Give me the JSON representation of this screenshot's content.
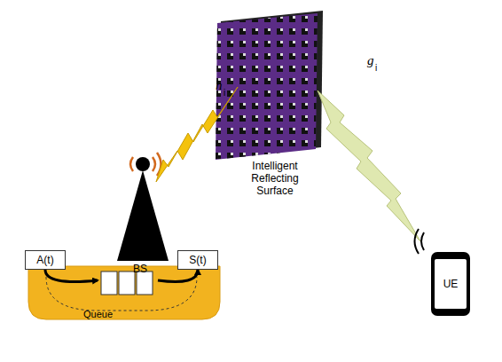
{
  "diagram": {
    "nodes": [
      {
        "text": [
          "Queue"
        ]
      },
      {
        "text": [
          "A(t)"
        ]
      },
      {
        "text": [
          "S(t)"
        ]
      },
      {
        "text": [
          "UE"
        ]
      }
    ],
    "edges": [
      {
        "from": 1,
        "to": 0,
        "arrow": "to"
      },
      {
        "from": 0,
        "to": 2,
        "arrow": "to"
      }
    ],
    "labels": [
      "BS",
      "Intelligent Reflecting Surface",
      "h",
      "i",
      "g",
      "i"
    ]
  }
}
